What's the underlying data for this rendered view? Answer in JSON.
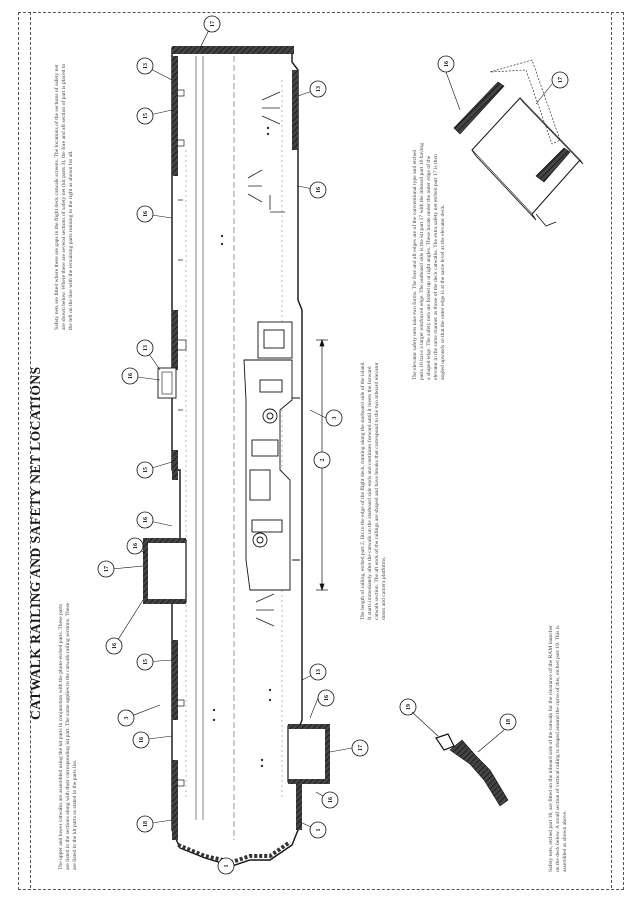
{
  "title": "CATWALK RAILING AND SAFETY NET LOCATIONS",
  "notes": {
    "upper_left": "The upper and lower catwalks are assembled using the kit parts in conjunction with the photo-etched parts. These parts are listed in the sections along with their corresponding kit part. The same applies to the catwalk railing sections. These are listed in the kit parts as stated in the parts list.",
    "safety_nets": "Safety nets are fitted where there are gaps in the flight deck catwalk screens. The locations of the sections of safety net are shown below. Where there are several sections of safety net (kit parts 3), the fore and aft section of part is placed to the left on the line with the remaining parts running to the right as shown for all.",
    "railing": "The length of railing, etched part 2, fits to the edge of the flight deck, running along the starboard side of the island. It starts immediately after the catwalk on the starboard side ends and continues forward until it meets the forward catwalk section. The aft ends of the railings are shaped and have breaks that correspond to the two inboard elevator doors and camera platforms.",
    "elevator": "The elevator safety nets take two forms. The fore and aft edges are of the conventional type and etched parts 16 have a larger reinforced edge. The outboard side is the kit part 17 with the inboard part 16 having a shaped edge. The safety nets are folded up at right angles. These locate under the outer edge of the elevator in the same manner as those of the deck catwalks. The extra safety net etched part 17 is then angled upwards so that the outer edge is at the same level as the elevator deck.",
    "bottom_left": "Safety nets, etched part 18, are fitted on the inboard side of the catwalk for the clearance of the RAM launcher on the deck below. A small section of vertical railing is shaped around the curve of this, etched part 19. This is assembled as shown above."
  },
  "callouts": {
    "c_13a": "13",
    "c_13b": "13",
    "c_13c": "13",
    "c_13d": "13",
    "c_15a": "15",
    "c_15b": "15",
    "c_15c": "15",
    "c_16a": "16",
    "c_16b": "16",
    "c_16c": "16",
    "c_16d": "16",
    "c_16e": "16",
    "c_16f": "16",
    "c_17a": "17",
    "c_17b": "17",
    "c_17c": "17",
    "c_18a": "18",
    "c_18b": "18",
    "c_19": "19",
    "c_2": "2",
    "c_3a": "3",
    "c_3b": "3",
    "c_1a": "1",
    "c_1b": "1"
  }
}
